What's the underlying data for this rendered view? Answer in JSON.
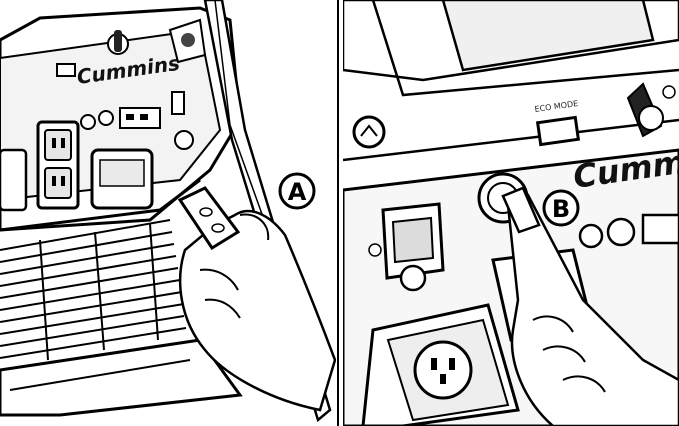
{
  "panel_a": {
    "callout": "A",
    "brand": "Cummins"
  },
  "panel_b": {
    "callout": "B",
    "brand": "Cummins",
    "switch_label": "ECO MODE"
  },
  "colors": {
    "ink": "#000000",
    "background": "#ffffff",
    "shade": "#d8d8d8"
  }
}
